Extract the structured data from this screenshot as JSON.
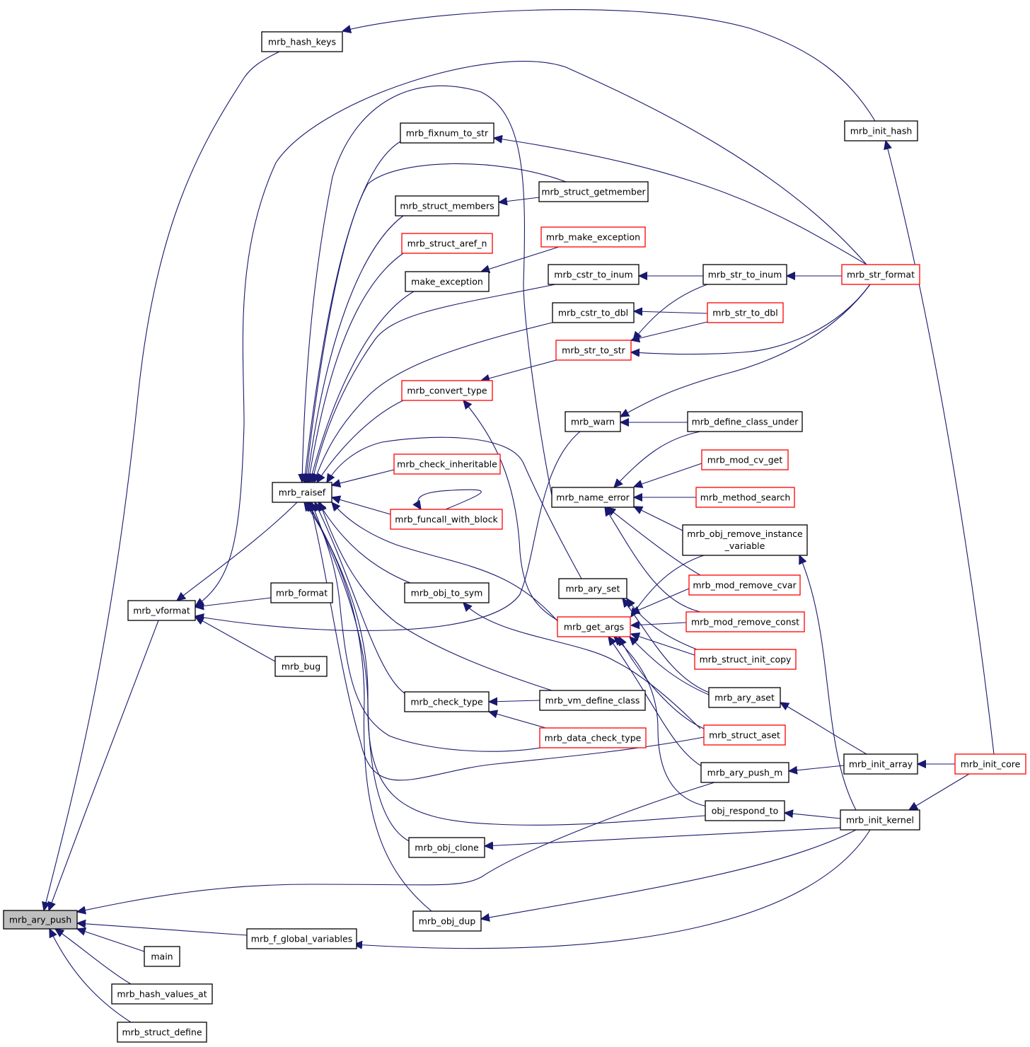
{
  "colors": {
    "edge": "#191970",
    "node_border": "#000000",
    "truncated_border": "#ff0000",
    "focus_fill": "#bfbfbf",
    "background": "#ffffff"
  },
  "nodes": [
    {
      "id": "mrb_ary_push",
      "label": "mrb_ary_push",
      "focus": true
    },
    {
      "id": "mrb_hash_keys",
      "label": "mrb_hash_keys"
    },
    {
      "id": "mrb_init_hash",
      "label": "mrb_init_hash"
    },
    {
      "id": "mrb_fixnum_to_str",
      "label": "mrb_fixnum_to_str"
    },
    {
      "id": "mrb_struct_getmember",
      "label": "mrb_struct_getmember"
    },
    {
      "id": "mrb_struct_members",
      "label": "mrb_struct_members"
    },
    {
      "id": "mrb_make_exception",
      "label": "mrb_make_exception",
      "truncated": true
    },
    {
      "id": "mrb_struct_aref_n",
      "label": "mrb_struct_aref_n",
      "truncated": true
    },
    {
      "id": "make_exception",
      "label": "make_exception"
    },
    {
      "id": "mrb_cstr_to_inum",
      "label": "mrb_cstr_to_inum"
    },
    {
      "id": "mrb_str_to_inum",
      "label": "mrb_str_to_inum"
    },
    {
      "id": "mrb_str_format",
      "label": "mrb_str_format",
      "truncated": true
    },
    {
      "id": "mrb_cstr_to_dbl",
      "label": "mrb_cstr_to_dbl"
    },
    {
      "id": "mrb_str_to_dbl",
      "label": "mrb_str_to_dbl",
      "truncated": true
    },
    {
      "id": "mrb_str_to_str",
      "label": "mrb_str_to_str",
      "truncated": true
    },
    {
      "id": "mrb_convert_type",
      "label": "mrb_convert_type",
      "truncated": true
    },
    {
      "id": "mrb_warn",
      "label": "mrb_warn"
    },
    {
      "id": "mrb_define_class_under",
      "label": "mrb_define_class_under"
    },
    {
      "id": "mrb_check_inheritable",
      "label": "mrb_check_inheritable",
      "truncated": true
    },
    {
      "id": "mrb_mod_cv_get",
      "label": "mrb_mod_cv_get",
      "truncated": true
    },
    {
      "id": "mrb_raisef",
      "label": "mrb_raisef"
    },
    {
      "id": "mrb_name_error",
      "label": "mrb_name_error"
    },
    {
      "id": "mrb_method_search",
      "label": "mrb_method_search",
      "truncated": true
    },
    {
      "id": "mrb_funcall_with_block",
      "label": "mrb_funcall_with_block",
      "truncated": true
    },
    {
      "id": "mrb_obj_remove_instance_variable",
      "label": "mrb_obj_remove_instance",
      "label2": "_variable"
    },
    {
      "id": "mrb_mod_remove_cvar",
      "label": "mrb_mod_remove_cvar",
      "truncated": true
    },
    {
      "id": "mrb_format",
      "label": "mrb_format"
    },
    {
      "id": "mrb_ary_set",
      "label": "mrb_ary_set"
    },
    {
      "id": "mrb_obj_to_sym",
      "label": "mrb_obj_to_sym"
    },
    {
      "id": "mrb_vformat",
      "label": "mrb_vformat"
    },
    {
      "id": "mrb_get_args",
      "label": "mrb_get_args",
      "truncated": true
    },
    {
      "id": "mrb_mod_remove_const",
      "label": "mrb_mod_remove_const",
      "truncated": true
    },
    {
      "id": "mrb_struct_init_copy",
      "label": "mrb_struct_init_copy",
      "truncated": true
    },
    {
      "id": "mrb_bug",
      "label": "mrb_bug"
    },
    {
      "id": "mrb_ary_aset",
      "label": "mrb_ary_aset"
    },
    {
      "id": "mrb_check_type",
      "label": "mrb_check_type"
    },
    {
      "id": "mrb_vm_define_class",
      "label": "mrb_vm_define_class"
    },
    {
      "id": "mrb_struct_aset",
      "label": "mrb_struct_aset",
      "truncated": true
    },
    {
      "id": "mrb_data_check_type",
      "label": "mrb_data_check_type",
      "truncated": true
    },
    {
      "id": "mrb_init_array",
      "label": "mrb_init_array"
    },
    {
      "id": "mrb_init_core",
      "label": "mrb_init_core",
      "truncated": true
    },
    {
      "id": "mrb_ary_push_m",
      "label": "mrb_ary_push_m"
    },
    {
      "id": "obj_respond_to",
      "label": "obj_respond_to"
    },
    {
      "id": "mrb_init_kernel",
      "label": "mrb_init_kernel"
    },
    {
      "id": "mrb_obj_clone",
      "label": "mrb_obj_clone"
    },
    {
      "id": "mrb_obj_dup",
      "label": "mrb_obj_dup"
    },
    {
      "id": "mrb_f_global_variables",
      "label": "mrb_f_global_variables"
    },
    {
      "id": "main",
      "label": "main"
    },
    {
      "id": "mrb_hash_values_at",
      "label": "mrb_hash_values_at"
    },
    {
      "id": "mrb_struct_define",
      "label": "mrb_struct_define"
    }
  ]
}
